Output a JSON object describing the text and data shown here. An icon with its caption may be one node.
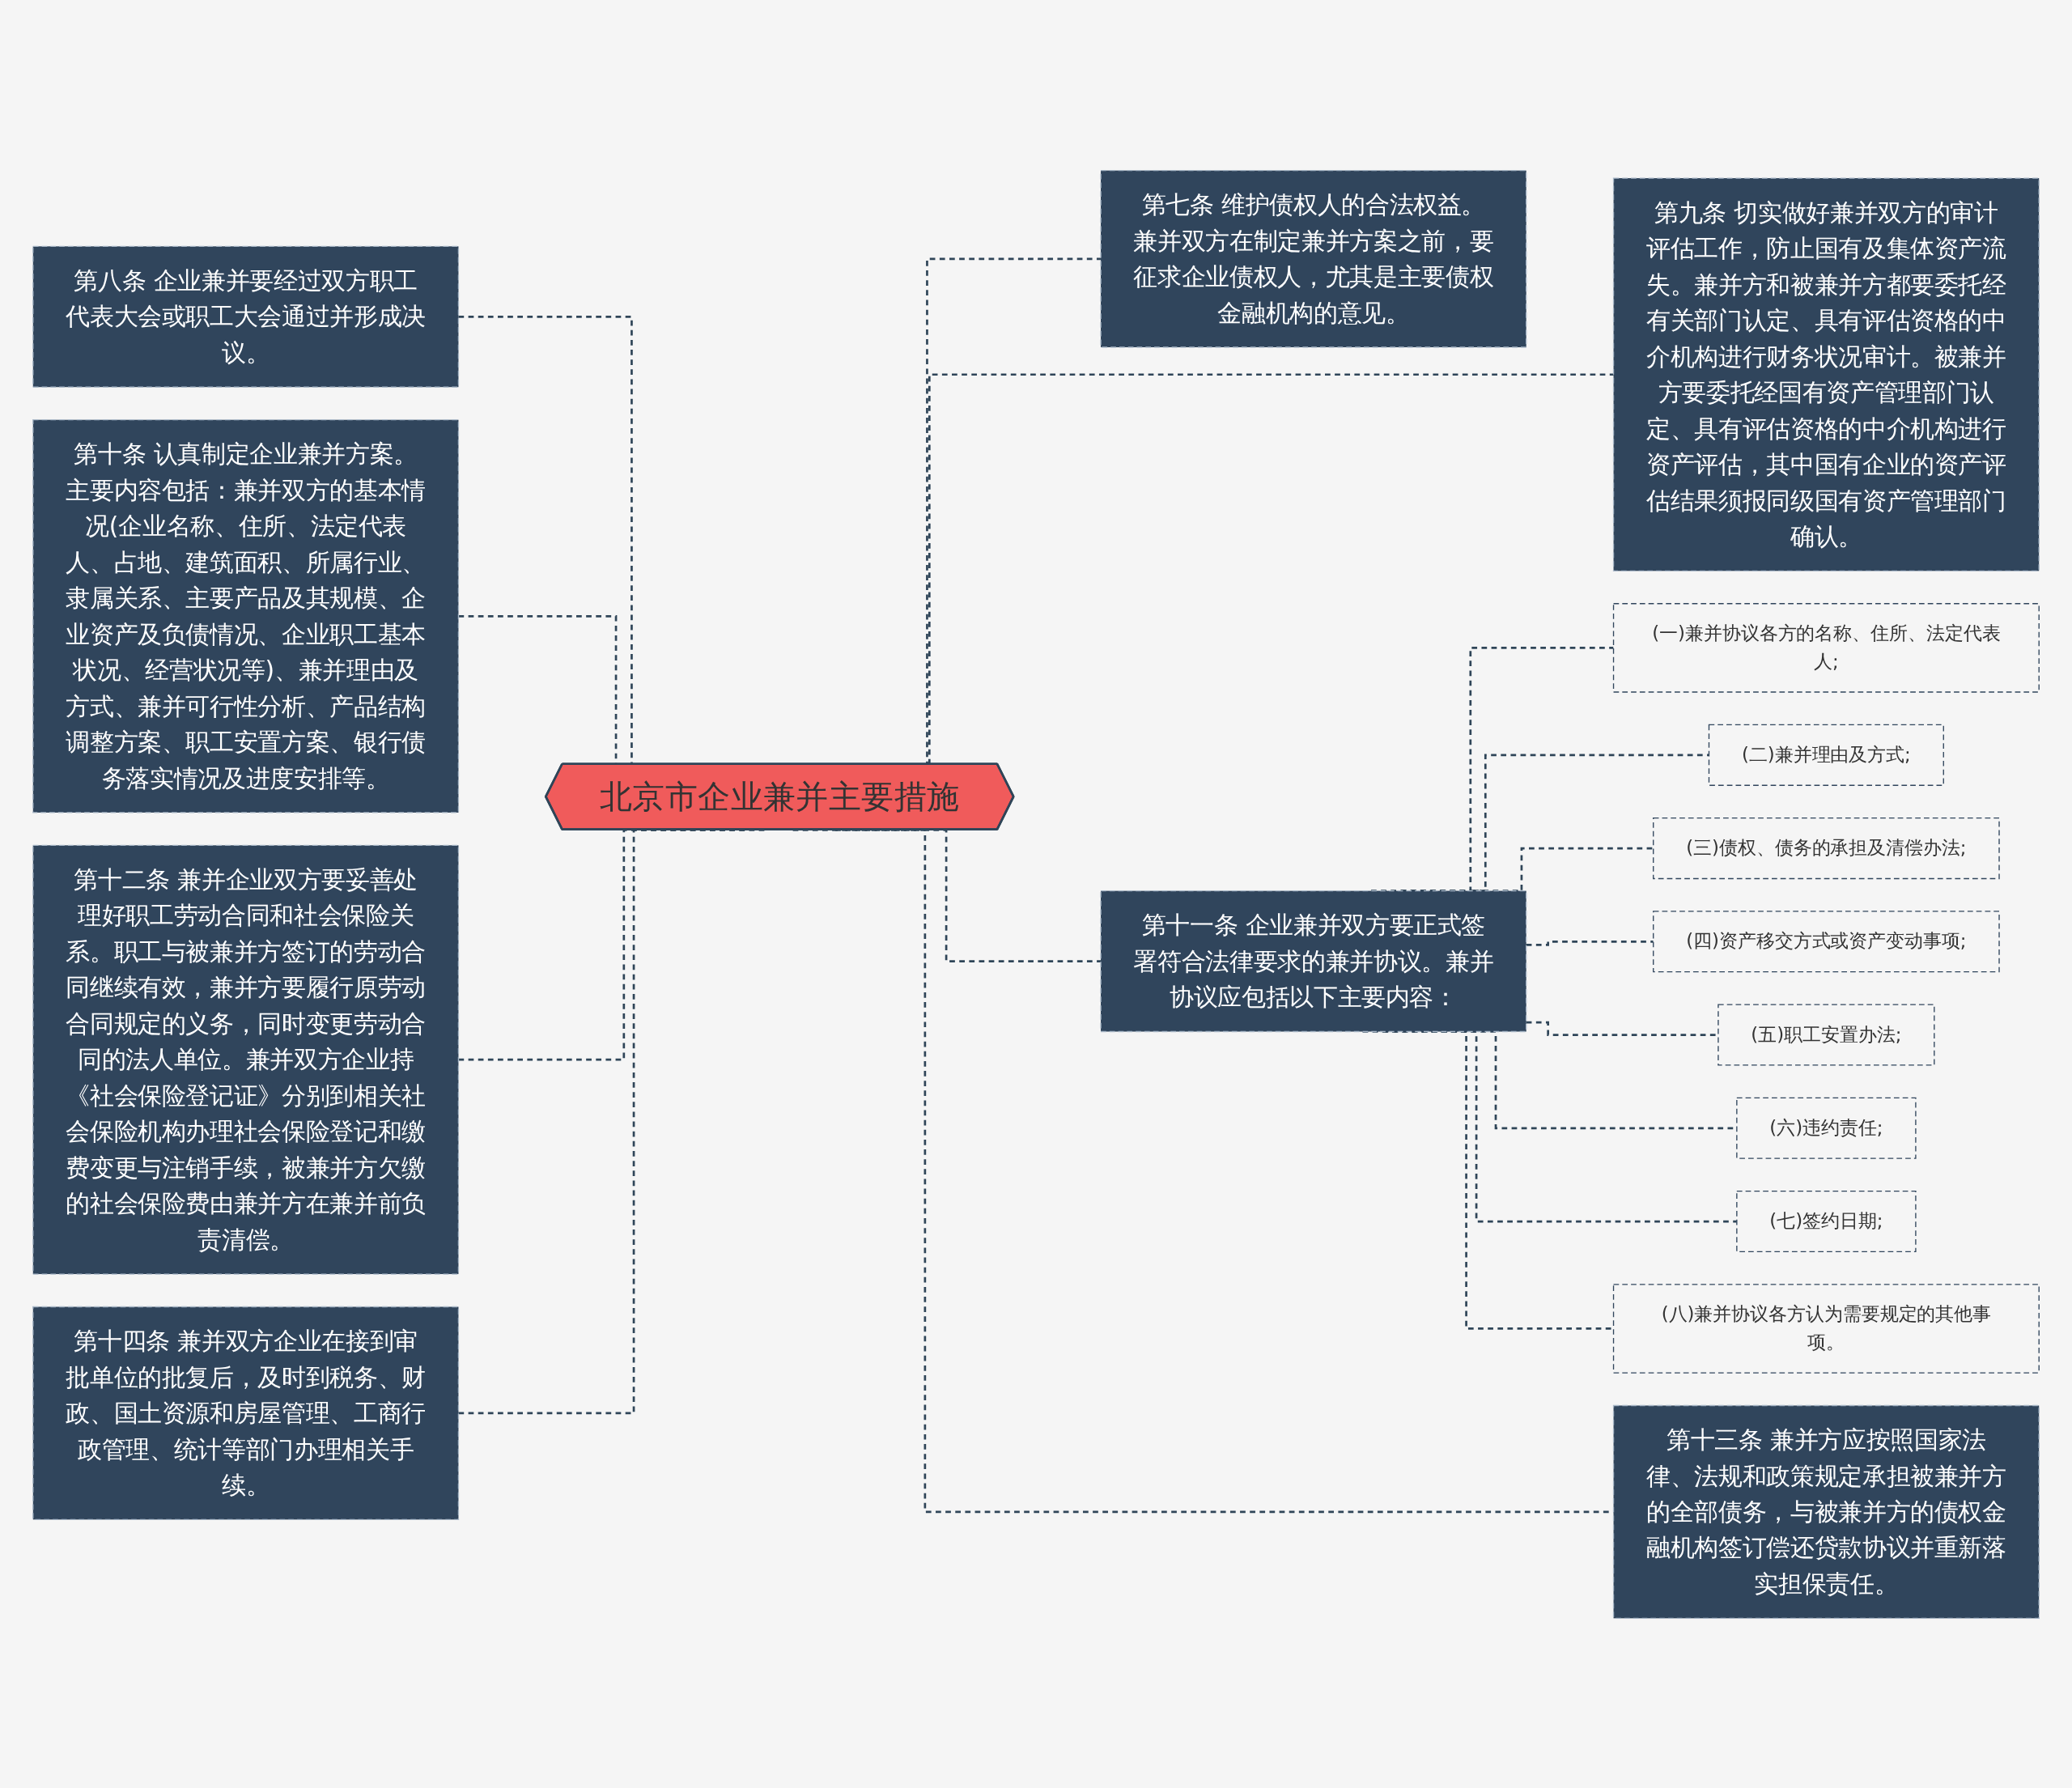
{
  "diagram": {
    "nodes": [
      {
        "text": [
          "北京市企业兼并主要措施"
        ]
      },
      {
        "text": [
          "第八条 企业兼并要经过双方职工代表大会或职工大会通过并形成决议。"
        ]
      },
      {
        "text": [
          "第十条 认真制定企业兼并方案。主要内容包括：兼并双方的基本情况(企业名称、住所、法定代表人、占地、建筑面积、所属行业、隶属关系、主要产品及其规模、企业资产及负债情况、企业职工基本状况、经营状况等)、兼并理由及方式、兼并可行性分析、产品结构调整方案、职工安置方案、银行债务落实情况及进度安排等。"
        ]
      },
      {
        "text": [
          "第十二条 兼并企业双方要妥善处理好职工劳动合同和社会保险关系。职工与被兼并方签订的劳动合同继续有效，兼并方要履行原劳动合同规定的义务，同时变更劳动合同的法人单位。兼并双方企业持《社会保险登记证》分别到相关社会保险机构办理社会保险登记和缴费变更与注销手续，被兼并方欠缴的社会保险费由兼并方在兼并前负责清偿。"
        ]
      },
      {
        "text": [
          "第十四条 兼并双方企业在接到审批单位的批复后，及时到税务、财政、国土资源和房屋管理、工商行政管理、统计等部门办理相关手续。"
        ]
      },
      {
        "text": [
          "第七条 维护债权人的合法权益。兼并双方在制定兼并方案之前，要征求企业债权人，尤其是主要债权金融机构的意见。"
        ]
      },
      {
        "text": [
          "第九条 切实做好兼并双方的审计评估工作，防止国有及集体资产流失。兼并方和被兼并方都要委托经有关部门认定、具有评估资格的中介机构进行财务状况审计。被兼并方要委托经国有资产管理部门认定、具有评估资格的中介机构进行资产评估，其中国有企业的资产评估结果须报同级国有资产管理部门确认。"
        ]
      },
      {
        "text": [
          "第十一条 企业兼并双方要正式签署符合法律要求的兼并协议。兼并协议应包括以下主要内容："
        ]
      },
      {
        "text": [
          "(一)兼并协议各方的名称、住所、法定代表人;"
        ]
      },
      {
        "text": [
          "(二)兼并理由及方式;"
        ]
      },
      {
        "text": [
          "(三)债权、债务的承担及清偿办法;"
        ]
      },
      {
        "text": [
          "(四)资产移交方式或资产变动事项;"
        ]
      },
      {
        "text": [
          "(五)职工安置办法;"
        ]
      },
      {
        "text": [
          "(六)违约责任;"
        ]
      },
      {
        "text": [
          "(七)签约日期;"
        ]
      },
      {
        "text": [
          "(八)兼并协议各方认为需要规定的其他事项。"
        ]
      },
      {
        "text": [
          "第十三条 兼并方应按照国家法律、法规和政策规定承担被兼并方的全部债务，与被兼并方的债权金融机构签订偿还贷款协议并重新落实担保责任。"
        ]
      }
    ],
    "edges": [
      {
        "from": 0,
        "to": 1,
        "arrow": "none",
        "style": "dashed"
      },
      {
        "from": 0,
        "to": 2,
        "arrow": "none",
        "style": "dashed"
      },
      {
        "from": 0,
        "to": 3,
        "arrow": "none",
        "style": "dashed"
      },
      {
        "from": 0,
        "to": 4,
        "arrow": "none",
        "style": "dashed"
      },
      {
        "from": 0,
        "to": 5,
        "arrow": "none",
        "style": "dashed"
      },
      {
        "from": 0,
        "to": 6,
        "arrow": "none",
        "style": "dashed"
      },
      {
        "from": 0,
        "to": 7,
        "arrow": "none",
        "style": "dashed"
      },
      {
        "from": 7,
        "to": 8,
        "arrow": "none",
        "style": "dashed"
      },
      {
        "from": 7,
        "to": 9,
        "arrow": "none",
        "style": "dashed"
      },
      {
        "from": 7,
        "to": 10,
        "arrow": "none",
        "style": "dashed"
      },
      {
        "from": 7,
        "to": 11,
        "arrow": "none",
        "style": "dashed"
      },
      {
        "from": 7,
        "to": 12,
        "arrow": "none",
        "style": "dashed"
      },
      {
        "from": 7,
        "to": 13,
        "arrow": "none",
        "style": "dashed"
      },
      {
        "from": 7,
        "to": 14,
        "arrow": "none",
        "style": "dashed"
      },
      {
        "from": 7,
        "to": 15,
        "arrow": "none",
        "style": "dashed"
      },
      {
        "from": 0,
        "to": 16,
        "arrow": "none",
        "style": "dashed"
      }
    ]
  }
}
